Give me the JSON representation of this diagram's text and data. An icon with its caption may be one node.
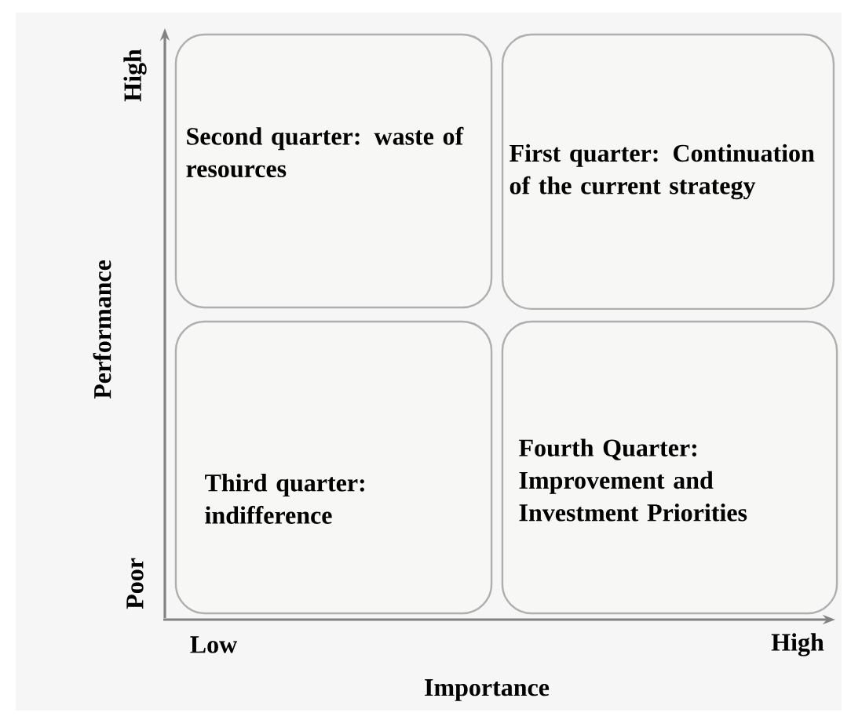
{
  "diagram": {
    "nodes": [
      {
        "text": [
          "Second quarter: waste of resources"
        ]
      },
      {
        "text": [
          "First quarter: Continuation of the current strategy"
        ]
      },
      {
        "text": [
          "Third quarter: indifference"
        ]
      },
      {
        "text": [
          "Fourth Quarter: Improvement and Investment Priorities"
        ]
      }
    ],
    "labels": [
      "High",
      "Performance",
      "Poor",
      "Low",
      "High",
      "Importance"
    ]
  }
}
